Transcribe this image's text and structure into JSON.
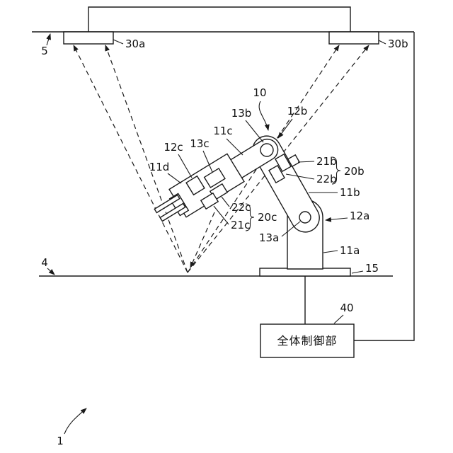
{
  "diagram": {
    "refs": {
      "r1": "1",
      "r4": "4",
      "r5": "5",
      "r10": "10",
      "r11a": "11a",
      "r11b": "11b",
      "r11c": "11c",
      "r11d": "11d",
      "r12a": "12a",
      "r12b": "12b",
      "r12c": "12c",
      "r13a": "13a",
      "r13b": "13b",
      "r13c": "13c",
      "r15": "15",
      "r20b": "20b",
      "r20c": "20c",
      "r21b": "21b",
      "r21c": "21c",
      "r22b": "22b",
      "r22c": "22c",
      "r30a": "30a",
      "r30b": "30b",
      "r40": "40"
    },
    "controller_label": "全体制御部",
    "colors": {
      "line": "#1a1a1a",
      "background": "#ffffff"
    }
  }
}
